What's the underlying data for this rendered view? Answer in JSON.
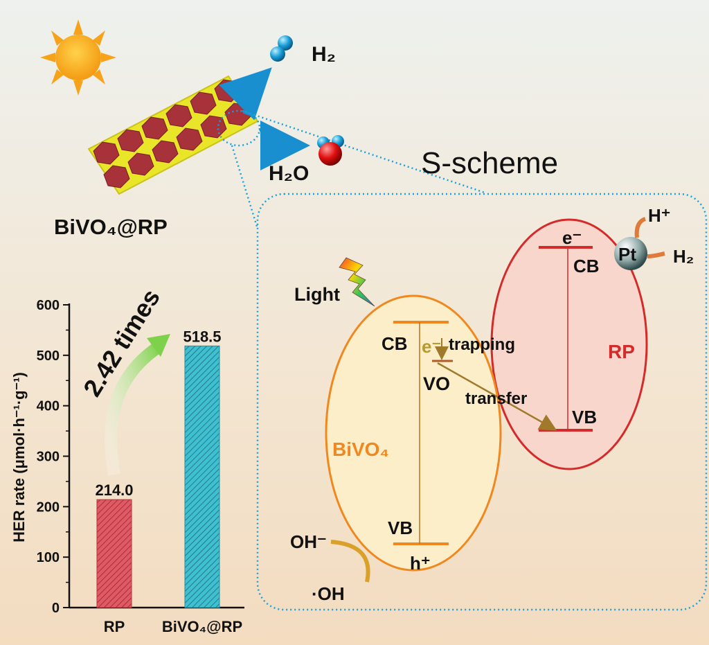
{
  "scheme": {
    "title": "S-scheme",
    "material_label": "BiVO₄@RP",
    "h2_label": "H₂",
    "h2o_label": "H₂O",
    "light_label": "Light",
    "bivo4": {
      "name": "BiVO₄",
      "cb": "CB",
      "vb": "VB",
      "electron": "e⁻",
      "hole": "h⁺",
      "trapping": "trapping",
      "vacancy": "VO",
      "transfer": "transfer",
      "oh_minus": "OH⁻",
      "oh_radical": "·OH"
    },
    "rp": {
      "name": "RP",
      "cb": "CB",
      "vb": "VB",
      "electron": "e⁻",
      "pt": "Pt",
      "h_plus": "H⁺",
      "h2": "H₂"
    }
  },
  "chart_data": {
    "type": "bar",
    "categories": [
      "RP",
      "BiVO₄@RP"
    ],
    "values": [
      214.0,
      518.5
    ],
    "value_labels": [
      "214.0",
      "518.5"
    ],
    "ylabel": "HER rate (μmol·h⁻¹·g⁻¹)",
    "ylim": [
      0,
      600
    ],
    "yticks": [
      0,
      100,
      200,
      300,
      400,
      500,
      600
    ],
    "annotation": "2.42 times",
    "colors": [
      "#e05a64",
      "#3fbfd0"
    ],
    "grid": false
  }
}
